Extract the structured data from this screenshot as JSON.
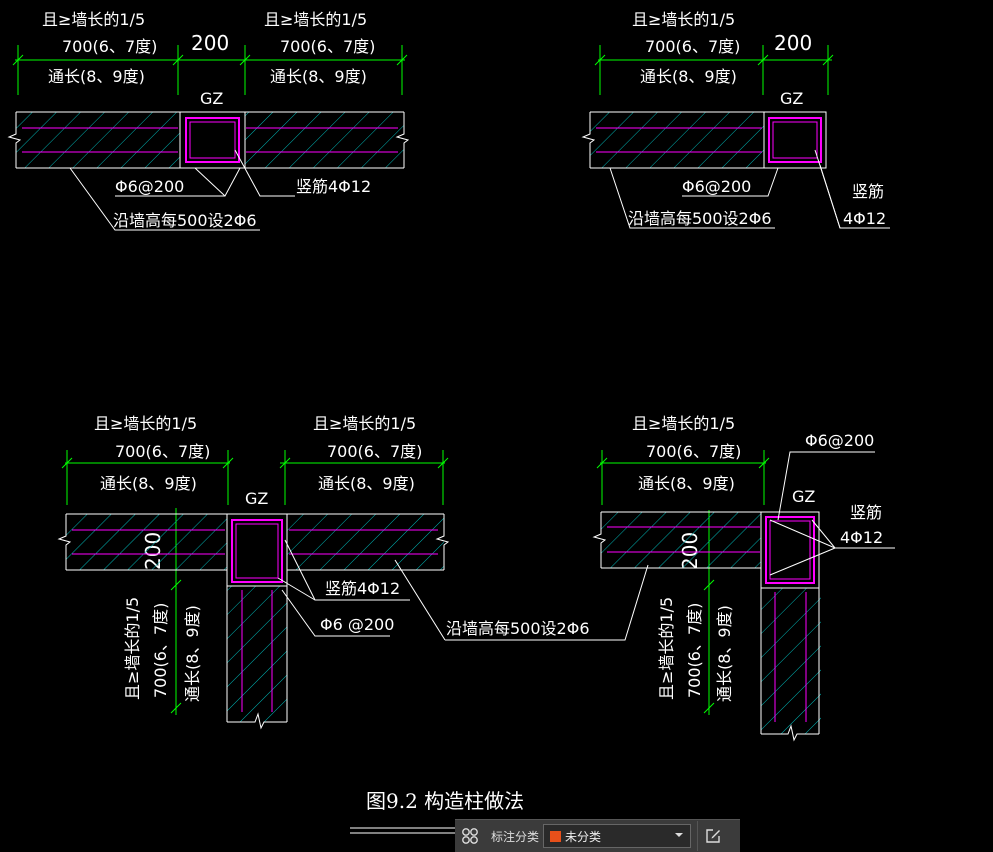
{
  "colors": {
    "background": "#000000",
    "dimension": "#00ff00",
    "hatch": "#00b4b4",
    "rebar": "#ff00ff",
    "outline": "#ffffff",
    "swatch": "#e8501a"
  },
  "labels": {
    "min_len": "且≥墙长的1/5",
    "len_700": "700(6、7度)",
    "through": "通长(8、9度)",
    "dim_200": "200",
    "gz": "GZ",
    "stirrup": "Φ6@200",
    "stirrup_gap": "Φ6 @200",
    "wall_tie": "沿墙高每500设2Φ6",
    "vert_bar": "竖筋4Φ12",
    "vert_bar_word": "竖筋",
    "vert_bar_count": "4Φ12"
  },
  "caption": "图9.2  构造柱做法",
  "toolbar": {
    "grid_icon": "grid-icon",
    "label": "标注分类",
    "selected": "未分类",
    "edit_icon": "edit-icon"
  }
}
